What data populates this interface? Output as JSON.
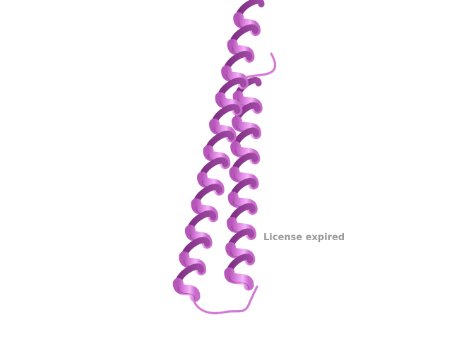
{
  "watermark": {
    "text": "License expired",
    "color": "#9a9a9a"
  },
  "structure": {
    "representation": "cartoon",
    "helix_count": 2,
    "colors": {
      "light": "#eea0f0",
      "mid": "#d878d8",
      "dark": "#8a3a8c",
      "edge": "#6a2a6e"
    }
  }
}
